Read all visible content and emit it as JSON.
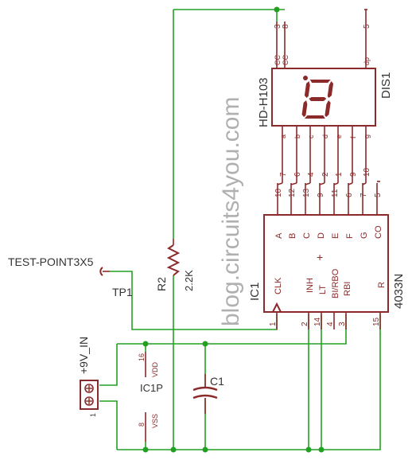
{
  "watermark": "blog.circuits4you.com",
  "display": {
    "part": "HD-H103",
    "ref": "DIS1",
    "top_pins": [
      {
        "num": "3",
        "name": "CC"
      },
      {
        "num": "8",
        "name": "CC"
      },
      {
        "num": "5",
        "name": "dp"
      }
    ],
    "seg_names": [
      "a",
      "b",
      "c",
      "d",
      "e",
      "f",
      "g"
    ],
    "seg_nums": [
      "7",
      "6",
      "4",
      "2",
      "1",
      "9",
      "10"
    ]
  },
  "ic1": {
    "ref": "IC1",
    "part": "4033N",
    "out_nums": [
      "10",
      "12",
      "13",
      "9",
      "11",
      "6",
      "7",
      "5"
    ],
    "out_names": [
      "A",
      "B",
      "C",
      "D",
      "E",
      "F",
      "G",
      "CO"
    ],
    "in_names": [
      "CLK",
      "INH",
      "LT",
      "BI/RBO",
      "RBI",
      "R"
    ],
    "in_nums": [
      "1",
      "2",
      "14",
      "4",
      "3",
      "15"
    ],
    "plus": "+"
  },
  "r2": {
    "ref": "R2",
    "value": "2.2K"
  },
  "tp1": {
    "label": "TEST-POINT3X5",
    "ref": "TP1"
  },
  "conn": {
    "label": "+9V_IN",
    "pin1": "1"
  },
  "power": {
    "ref": "IC1P",
    "vdd": "VDD",
    "vdd_num": "16",
    "vss": "VSS",
    "vss_num": "8"
  },
  "c1": {
    "ref": "C1"
  }
}
